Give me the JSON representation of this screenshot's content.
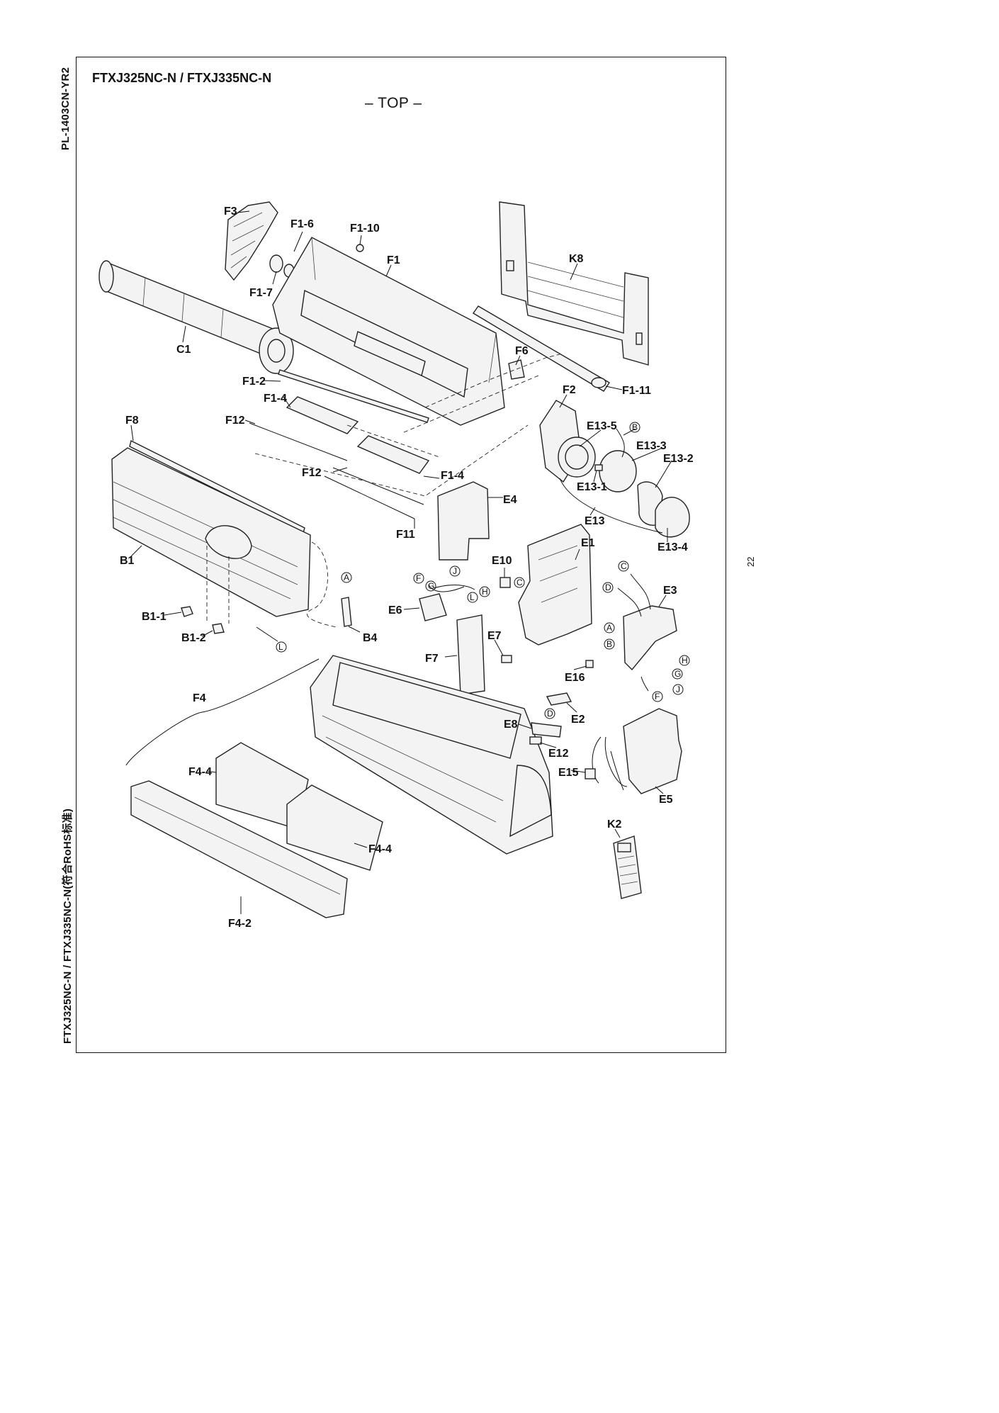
{
  "document": {
    "side_code": "PL-1403CN-YR2",
    "side_models": "FTXJ325NC-N / FTXJ335NC-N(符合RoHS标准)",
    "page_number": "22",
    "model_title": "FTXJ325NC-N / FTXJ335NC-N",
    "view_title": "– TOP –"
  },
  "part_labels": {
    "F3": "F3",
    "F1_6": "F1-6",
    "F1_10": "F1-10",
    "F1": "F1",
    "K8": "K8",
    "F1_7": "F1-7",
    "C1": "C1",
    "F6": "F6",
    "F1_2": "F1-2",
    "F2": "F2",
    "F1_11": "F1-11",
    "F1_4a": "F1-4",
    "F1_4b": "F1-4",
    "F8": "F8",
    "F12a": "F12",
    "F12b": "F12",
    "E13_5": "E13-5",
    "E13_3": "E13-3",
    "E13_2": "E13-2",
    "E13_1": "E13-1",
    "E13": "E13",
    "E13_4": "E13-4",
    "E4": "E4",
    "F11": "F11",
    "B1": "B1",
    "E10": "E10",
    "E1": "E1",
    "E3": "E3",
    "E6": "E6",
    "B1_1": "B1-1",
    "B1_2": "B1-2",
    "B4": "B4",
    "E7": "E7",
    "F7": "F7",
    "E16": "E16",
    "E2": "E2",
    "F4": "F4",
    "E8": "E8",
    "E12": "E12",
    "E15": "E15",
    "E5": "E5",
    "K2": "K2",
    "F4_4a": "F4-4",
    "F4_4b": "F4-4",
    "F4_2": "F4-2"
  },
  "connector_refs": {
    "A1": "A",
    "L1": "L",
    "F1": "F",
    "G1": "G",
    "J1": "J",
    "H1": "H",
    "L2": "L",
    "C1": "C",
    "B1": "B",
    "C2": "C",
    "D1": "D",
    "A2": "A",
    "B2": "B",
    "H2": "H",
    "G2": "G",
    "J2": "J",
    "F2": "F",
    "D2": "D"
  }
}
